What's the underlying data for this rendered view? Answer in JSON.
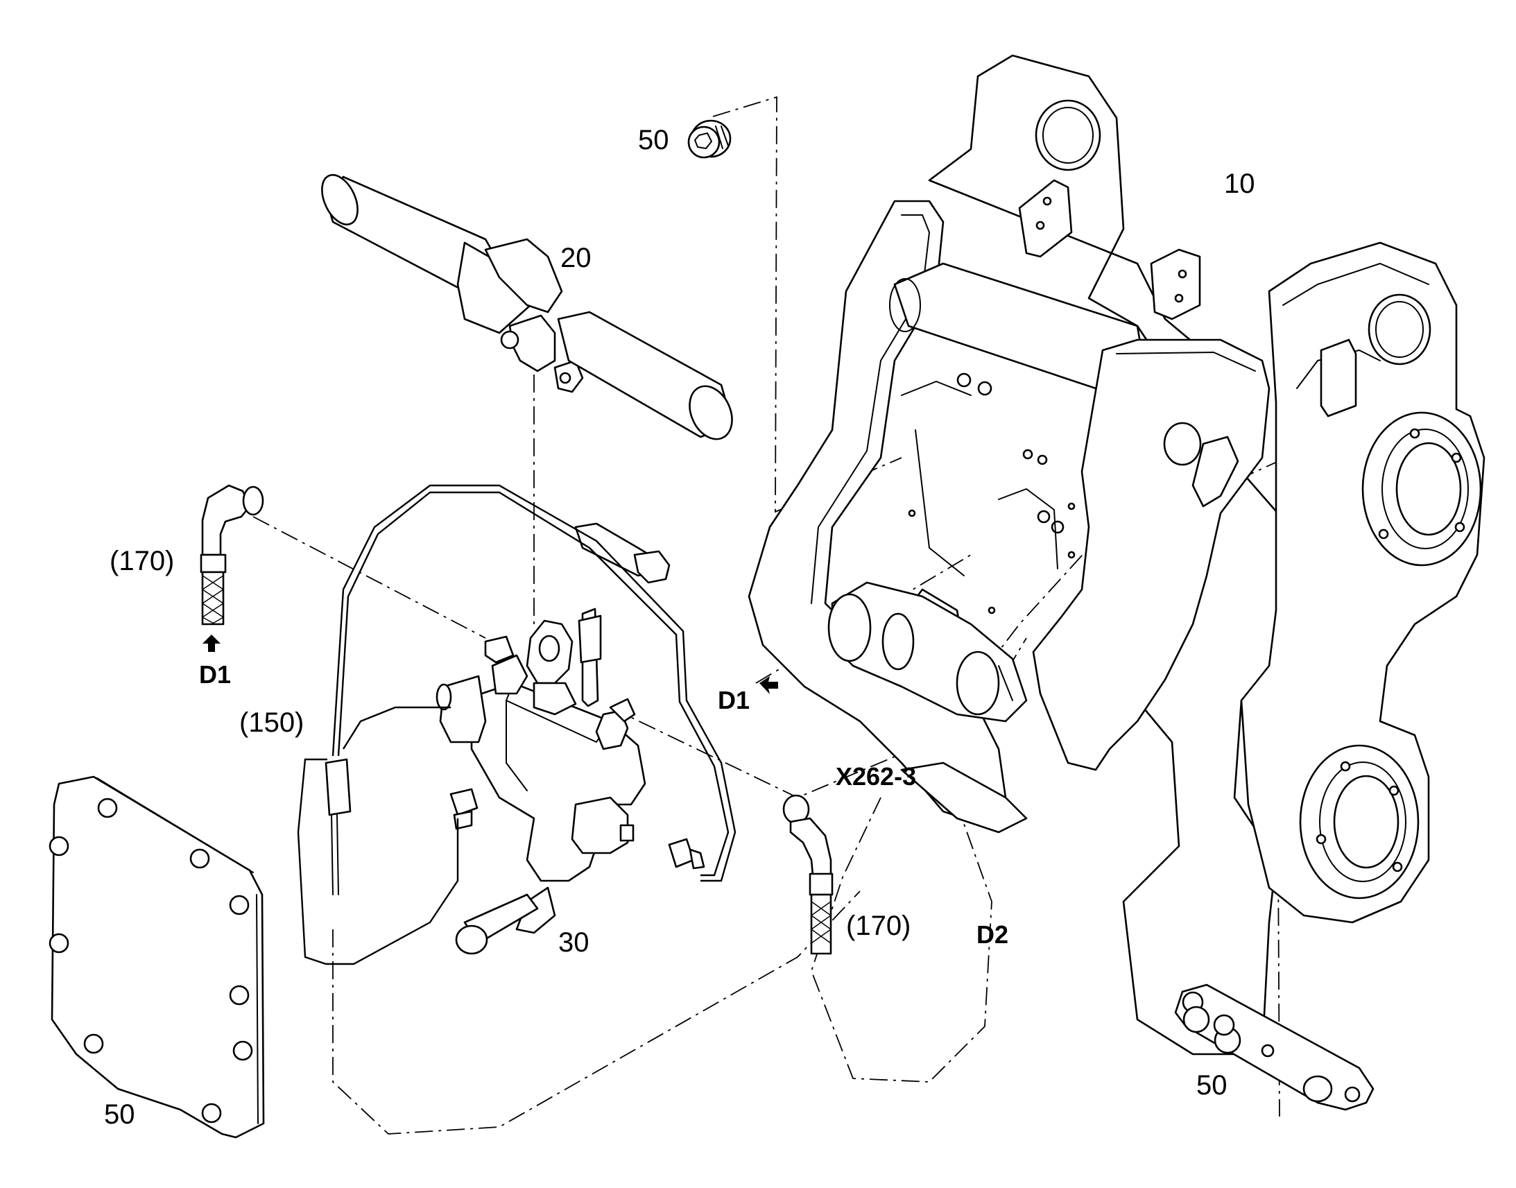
{
  "labels": {
    "frame": "10",
    "cylinder": "20",
    "valve": "30",
    "plug_top": "50",
    "cover_plate": "50",
    "bracket": "50",
    "harness": "(150)",
    "hose_left": "(170)",
    "hose_right": "(170)",
    "conn_d1_left": "D1",
    "conn_d1_frame": "D1",
    "conn_d2": "D2",
    "connector_x262": "X262-3"
  }
}
